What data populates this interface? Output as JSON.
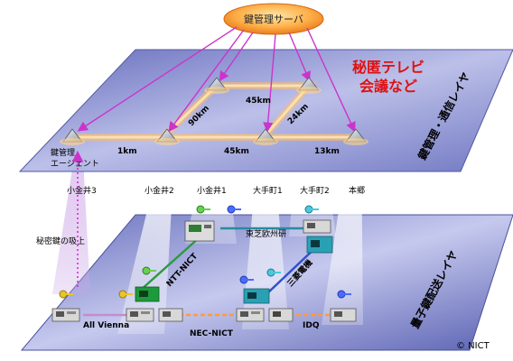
{
  "server": {
    "label": "鍵管理サーバ"
  },
  "upper_layer": {
    "title": "鍵管理・通信レイヤ",
    "headline": [
      "秘匿テレビ",
      "会議など"
    ],
    "agent_label": [
      "鍵管理",
      "エージェント"
    ],
    "distances": {
      "d1": "1km",
      "d45a": "45km",
      "d13": "13km",
      "d90": "90km",
      "d45b": "45km",
      "d24": "24km"
    }
  },
  "lower_layer": {
    "title": "量子鍵配送レイヤ",
    "links": {
      "all_vienna": "All Vienna",
      "nec_nict": "NEC-NICT",
      "idq": "IDQ",
      "ntt_nict": "NTT-NICT",
      "toshiba": "東芝欧州研",
      "mitsubishi": "三菱電機"
    },
    "key_suction": "秘密鍵の吸上"
  },
  "sites": {
    "koganei3": "小金井3",
    "koganei2": "小金井2",
    "koganei1": "小金井1",
    "otemachi1": "大手町1",
    "otemachi2": "大手町2",
    "hongo": "本郷"
  },
  "credit": "© NICT",
  "colors": {
    "plane": "#7b84c6",
    "title_red": "#e01010",
    "magenta": "#cc33cc",
    "orange_glow": "#ffb347",
    "green": "#2e9a3e",
    "teal": "#2a8aa0",
    "blue": "#3050d0"
  }
}
